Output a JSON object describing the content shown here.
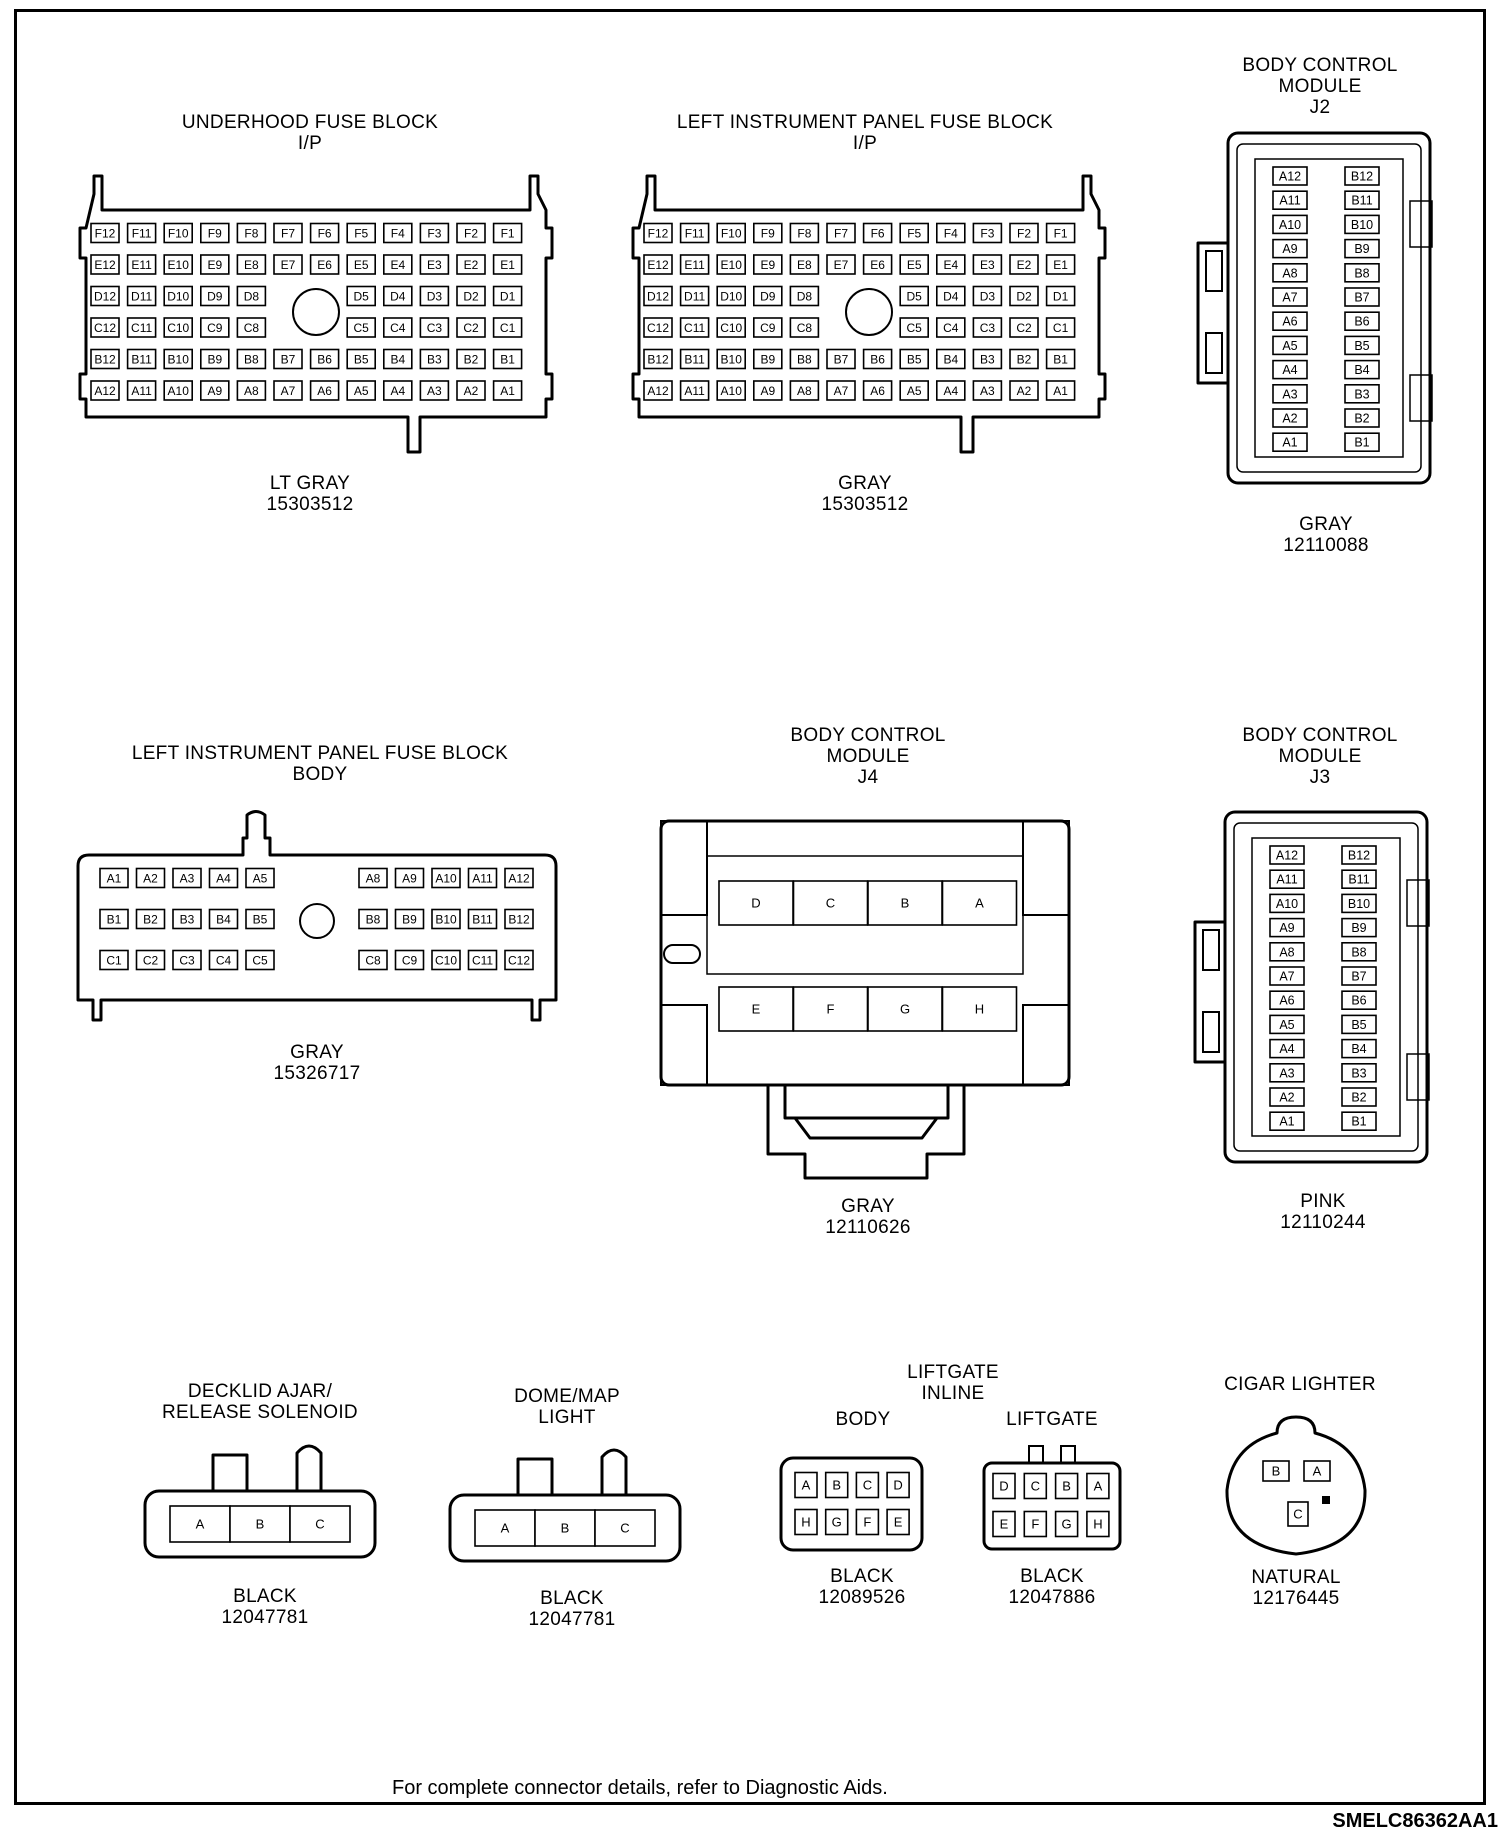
{
  "footer": {
    "note": "For complete connector details, refer to Diagnostic Aids.",
    "code": "SMELC86362AA1"
  },
  "connectors": {
    "underhood": {
      "title": "UNDERHOOD FUSE BLOCK\nI/P",
      "color": "LT GRAY",
      "part": "15303512"
    },
    "lip_ip": {
      "title": "LEFT INSTRUMENT PANEL FUSE BLOCK\nI/P",
      "color": "GRAY",
      "part": "15303512"
    },
    "bcm_j2": {
      "title": "BODY CONTROL\nMODULE\nJ2",
      "color": "GRAY",
      "part": "12110088"
    },
    "lip_body": {
      "title": "LEFT INSTRUMENT PANEL FUSE BLOCK\nBODY",
      "color": "GRAY",
      "part": "15326717"
    },
    "bcm_j4": {
      "title": "BODY CONTROL\nMODULE\nJ4",
      "color": "GRAY",
      "part": "12110626"
    },
    "bcm_j3": {
      "title": "BODY CONTROL\nMODULE\nJ3",
      "color": "PINK",
      "part": "12110244"
    },
    "decklid": {
      "title": "DECKLID AJAR/\nRELEASE SOLENOID",
      "color": "BLACK",
      "part": "12047781"
    },
    "dome": {
      "title": "DOME/MAP\nLIGHT",
      "color": "BLACK",
      "part": "12047781"
    },
    "liftgate": {
      "title": "LIFTGATE\nINLINE"
    },
    "liftgate_body": {
      "title": "BODY",
      "color": "BLACK",
      "part": "12089526"
    },
    "liftgate_lg": {
      "title": "LIFTGATE",
      "color": "BLACK",
      "part": "12047886"
    },
    "cigar": {
      "title": "CIGAR LIGHTER",
      "color": "NATURAL",
      "part": "12176445"
    }
  },
  "fuse_rows": [
    "F",
    "E",
    "D",
    "C",
    "B",
    "A"
  ],
  "fuse_cols": [
    12,
    11,
    10,
    9,
    8,
    7,
    6,
    5,
    4,
    3,
    2,
    1
  ],
  "j_rows": [
    12,
    11,
    10,
    9,
    8,
    7,
    6,
    5,
    4,
    3,
    2,
    1
  ],
  "j_cols": [
    "A",
    "B"
  ],
  "body_rows": [
    "A",
    "B",
    "C"
  ],
  "body_left": [
    1,
    2,
    3,
    4,
    5
  ],
  "body_right": [
    8,
    9,
    10,
    11,
    12
  ],
  "j4_top": [
    "D",
    "C",
    "B",
    "A"
  ],
  "j4_bottom": [
    "E",
    "F",
    "G",
    "H"
  ],
  "three_way": [
    "A",
    "B",
    "C"
  ],
  "lg_body_top": [
    "A",
    "B",
    "C",
    "D"
  ],
  "lg_body_bottom": [
    "H",
    "G",
    "F",
    "E"
  ],
  "lg_top": [
    "D",
    "C",
    "B",
    "A"
  ],
  "lg_bottom": [
    "E",
    "F",
    "G",
    "H"
  ],
  "cigar_top": [
    "B",
    "A"
  ],
  "cigar_bottom": [
    "C"
  ]
}
